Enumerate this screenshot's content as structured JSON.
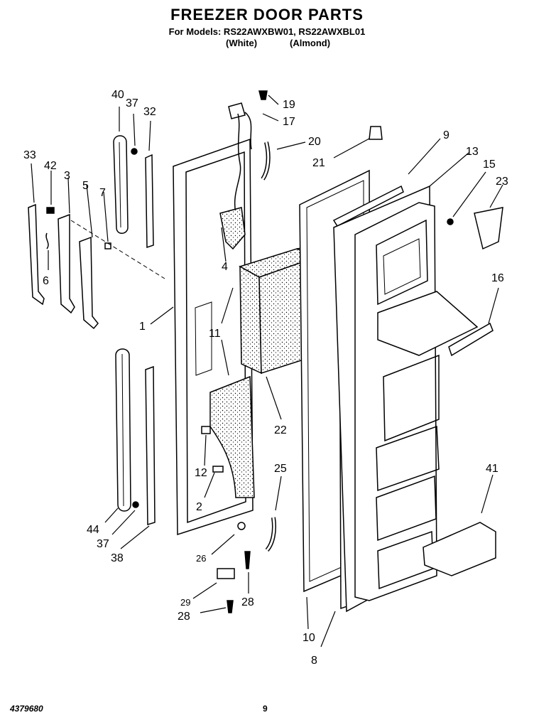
{
  "header": {
    "title": "FREEZER DOOR PARTS",
    "models": "For Models: RS22AWXBW01, RS22AWXBL01",
    "color_white": "(White)",
    "color_almond": "(Almond)"
  },
  "footer": {
    "doc_number": "4379680",
    "page": "9"
  },
  "callouts": [
    "40",
    "37",
    "32",
    "19",
    "17",
    "20",
    "21",
    "9",
    "13",
    "15",
    "23",
    "33",
    "42",
    "3",
    "5",
    "7",
    "6",
    "4",
    "1",
    "11",
    "16",
    "22",
    "12",
    "2",
    "25",
    "41",
    "44",
    "37",
    "38",
    "26",
    "28",
    "29",
    "28",
    "10",
    "8"
  ]
}
